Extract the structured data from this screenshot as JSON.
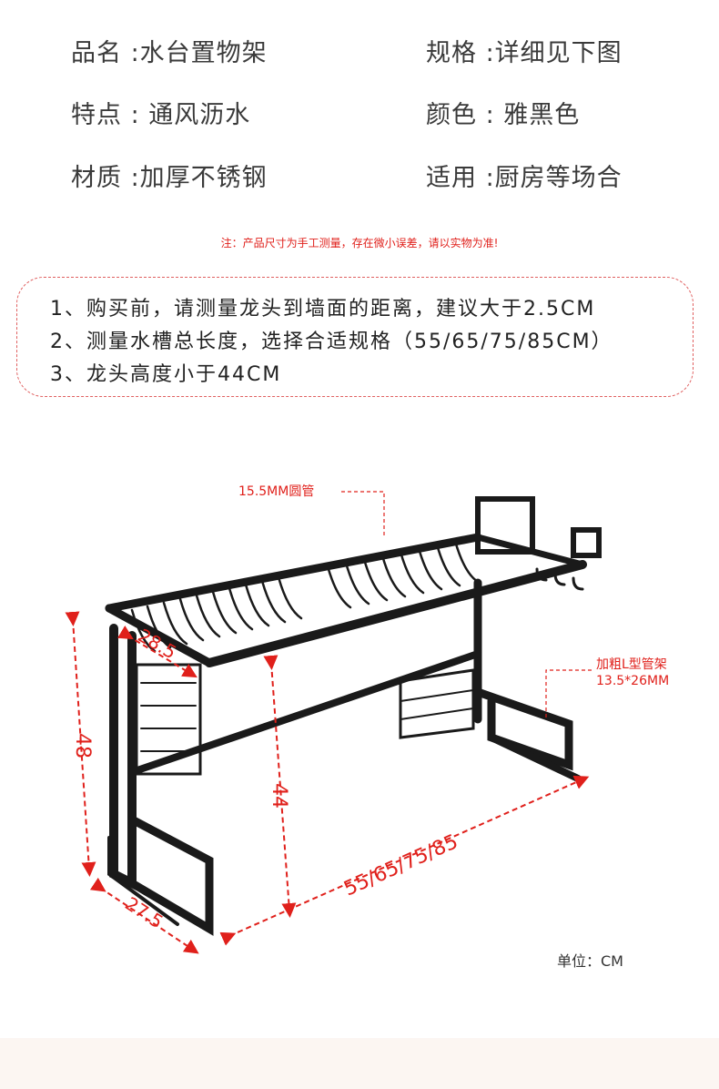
{
  "specs": {
    "name": "品名 :水台置物架",
    "size": "规格 :详细见下图",
    "feature": "特点 : 通风沥水",
    "color": "颜色 : 雅黑色",
    "material": "材质 :加厚不锈钢",
    "usage": "适用 :厨房等场合"
  },
  "note": "注：产品尺寸为手工测量，存在微小误差，请以实物为准!",
  "tips": [
    "1、购买前，请测量龙头到墙面的距离，建议大于2.5CM",
    "2、测量水槽总长度，选择合适规格（55/65/75/85CM）",
    "3、龙头高度小于44CM"
  ],
  "figure": {
    "tube_label": "15.5MM圆管",
    "frame_label_1": "加粗L型管架",
    "frame_label_2": "13.5*26MM",
    "dim_height": "48",
    "dim_inner_height": "44",
    "dim_depth_top": "28.5",
    "dim_depth_bottom": "27.5",
    "dim_length": "55/65/75/85"
  },
  "unit": "单位：CM",
  "colors": {
    "accent": "#e0201b",
    "frame": "#1a1a1a"
  }
}
